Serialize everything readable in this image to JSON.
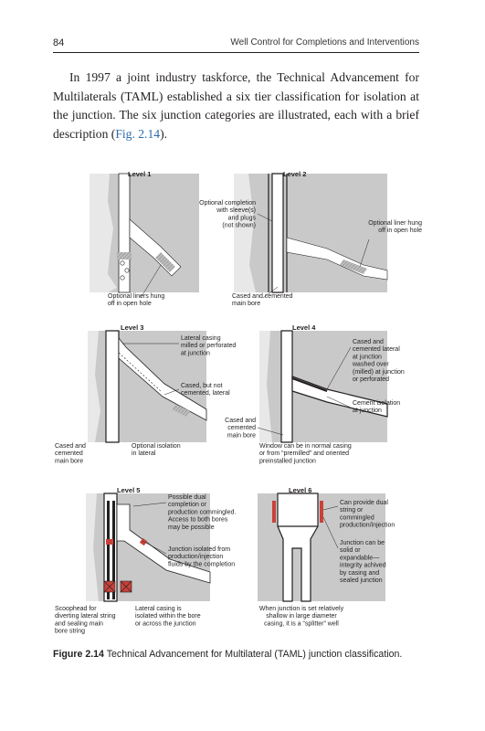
{
  "header": {
    "page_number": "84",
    "running_title": "Well Control for Completions and Interventions"
  },
  "paragraph": {
    "text_before": "In 1997 a joint industry taskforce, the Technical Advancement for Multilaterals (TAML) established a six tier classification for isolation at the junction. The six junction categories are illustrated, each with a brief description (",
    "ref": "Fig. 2.14",
    "text_after": ")."
  },
  "figure": {
    "levels": {
      "l1": "Level 1",
      "l2": "Level 2",
      "l3": "Level 3",
      "l4": "Level 4",
      "l5": "Level 5",
      "l6": "Level 6"
    },
    "labels": {
      "l1_liners": [
        "Optional liners hung",
        "off in open hole"
      ],
      "l12_sleeve": [
        "Optional completion",
        "with sleeve(s)",
        "and plugs",
        "(not shown)"
      ],
      "l2_cased": [
        "Cased and cemented",
        "main bore"
      ],
      "l2_liner": [
        "Optional liner hung",
        "off in open hole"
      ],
      "l3_casing": [
        "Lateral casing",
        "milled or perforated",
        "at junction"
      ],
      "l3_cased_not": [
        "Cased, but not",
        "cemented, lateral"
      ],
      "l3_main": [
        "Cased and",
        "cemented",
        "main bore"
      ],
      "l3_isolation": [
        "Optional isolation",
        "in lateral"
      ],
      "l34_main": [
        "Cased and",
        "cemented",
        "main bore"
      ],
      "l4_cased": [
        "Cased and",
        "cemented lateral",
        "at junction",
        "washed over",
        "(milled) at junction",
        "or perforated"
      ],
      "l4_cement": [
        "Cement isolation",
        "at junction"
      ],
      "l4_window": [
        "Window can be in normal casing",
        "or from “premilled” and oriented",
        "preinstalled junction"
      ],
      "l5_dual": [
        "Possible dual",
        "completion or",
        "production commingled.",
        "Access to both bores",
        "may be possible"
      ],
      "l5_isolated": [
        "Junction isolated from",
        "production/injection",
        "fluids by the completion"
      ],
      "l5_scoop": [
        "Scoophead for",
        "diverting lateral string",
        "and sealing main",
        "bore string"
      ],
      "l5_lateral": [
        "Lateral casing is",
        "isolated within the bore",
        "or across the junction"
      ],
      "l6_dual": [
        "Can provide dual",
        "string or",
        "commingled",
        "production/injection"
      ],
      "l6_solid": [
        "Junction can be",
        "solid or",
        "expandable—",
        "integrity achived",
        "by casing and",
        "sealed junction"
      ],
      "l6_splitter": [
        "When junction is set relatively",
        "shallow in large diameter",
        "casing, it is a “splitter” well"
      ]
    }
  },
  "caption": {
    "label": "Figure 2.14",
    "text": "Technical Advancement for Multilateral (TAML) junction classification."
  },
  "colors": {
    "ref_blue": "#2e6aa8",
    "rock": "#c9c9c9",
    "casing": "#231f20",
    "seal": "#c8423a"
  }
}
